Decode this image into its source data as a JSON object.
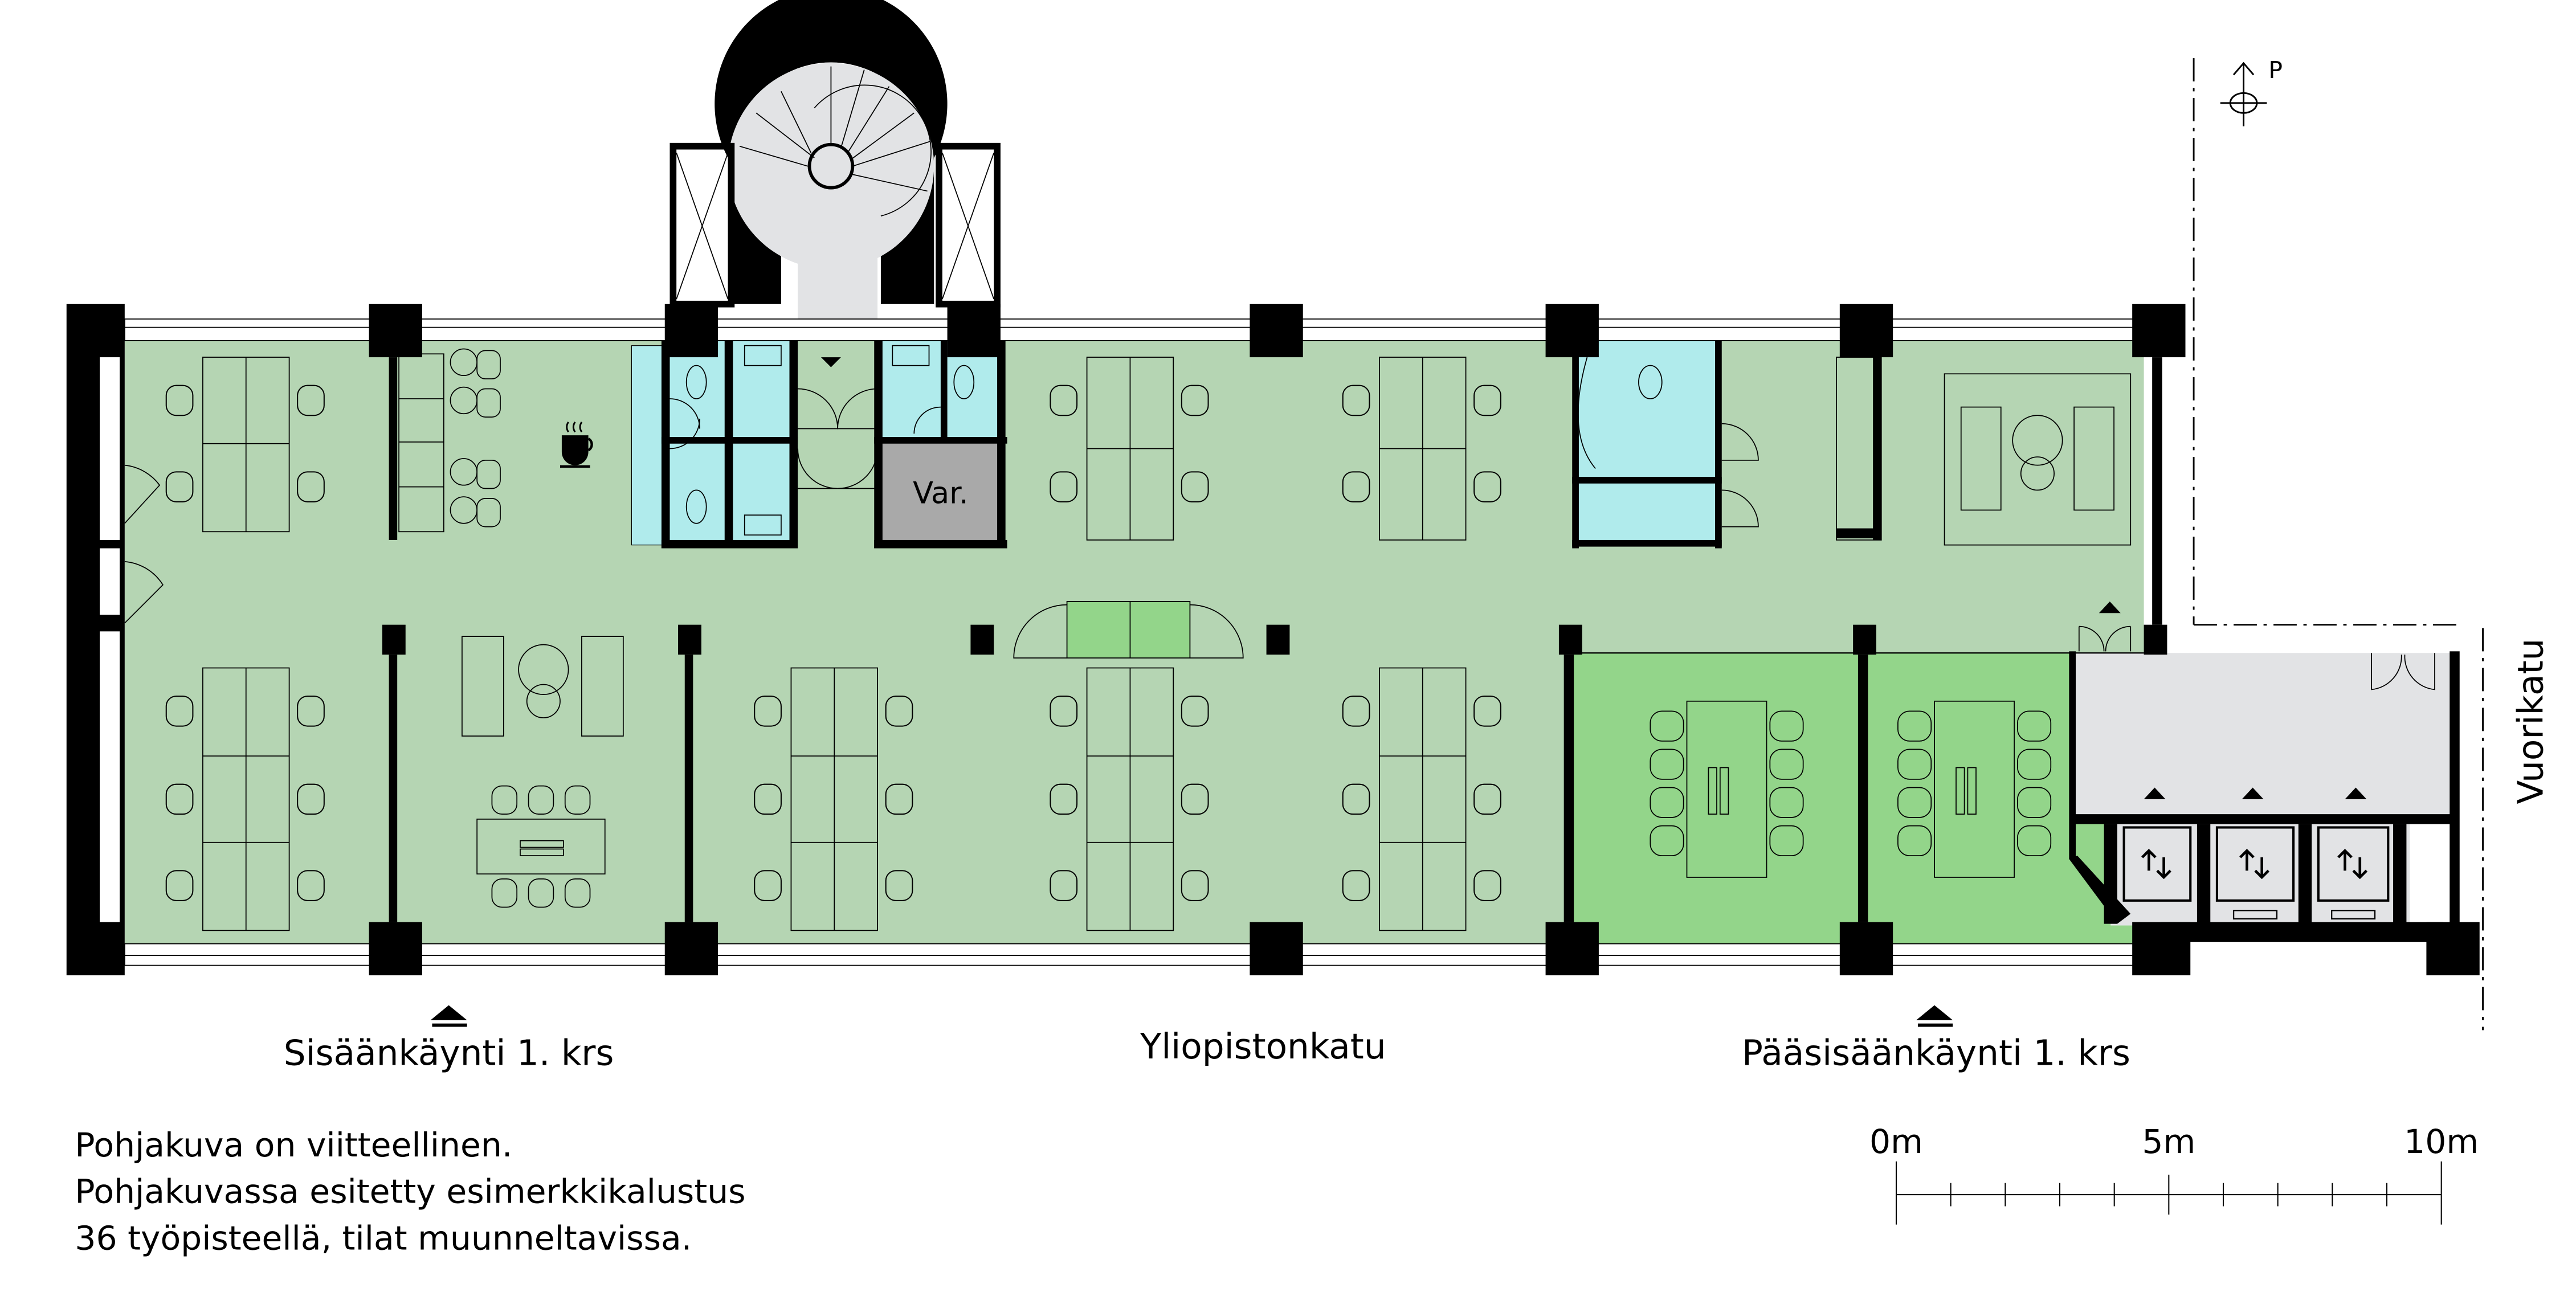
{
  "plan": {
    "compass_label": "P",
    "storage_label": "Var.",
    "street_south": "Yliopistonkatu",
    "street_east": "Vuorikatu",
    "entrances": [
      {
        "label": "Sisäänkäynti 1. krs"
      },
      {
        "label": "Pääsisäänkäynti 1. krs"
      }
    ],
    "notes": [
      "Pohjakuva on viitteellinen.",
      "Pohjakuvassa esitetty esimerkkikalustus",
      "36 työpisteellä, tilat muunneltavissa."
    ],
    "scale_bar": {
      "labels": [
        "0m",
        "5m",
        "10m"
      ],
      "max_m": 10,
      "minor_step_m": 1
    },
    "workstation_count": 36
  },
  "colors": {
    "office_floor": "#b5d5b3",
    "meeting_room": "#93d58a",
    "wet_room": "#b0ebec",
    "storage": "#a9a9a9",
    "lobby": "#e2e3e5",
    "wall": "#000000"
  }
}
